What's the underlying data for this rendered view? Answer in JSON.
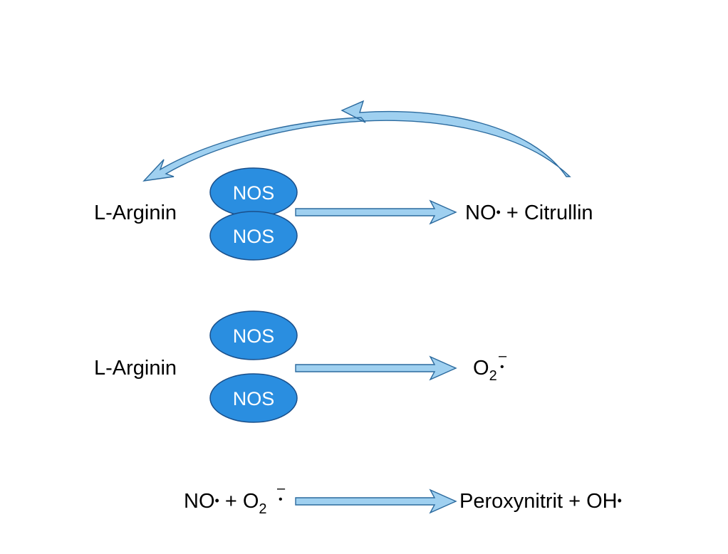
{
  "colors": {
    "arrow_fill": "#9fd0f0",
    "arrow_stroke": "#2b6a9e",
    "nos_fill": "#2a8ee0",
    "nos_stroke": "#1a4f8a",
    "nos_text": "#ffffff",
    "label_text": "#000000"
  },
  "row1": {
    "substrate": "L-Arginin",
    "enzyme_top": "NOS",
    "enzyme_bottom": "NOS",
    "product_no": "NO",
    "product_dot": "•",
    "product_plus": " + Citrullin"
  },
  "row2": {
    "substrate": "L-Arginin",
    "enzyme_top": "NOS",
    "enzyme_bottom": "NOS",
    "product_o": "O",
    "product_sub": "2",
    "product_sup": "–",
    "product_dot": "•"
  },
  "row3": {
    "no": "NO",
    "no_dot": "•",
    "plus": " + O",
    "o_sub": "2",
    "o_sup": "–",
    "o_dot": "•",
    "product": "Peroxynitrit + OH",
    "product_dot": "•"
  }
}
